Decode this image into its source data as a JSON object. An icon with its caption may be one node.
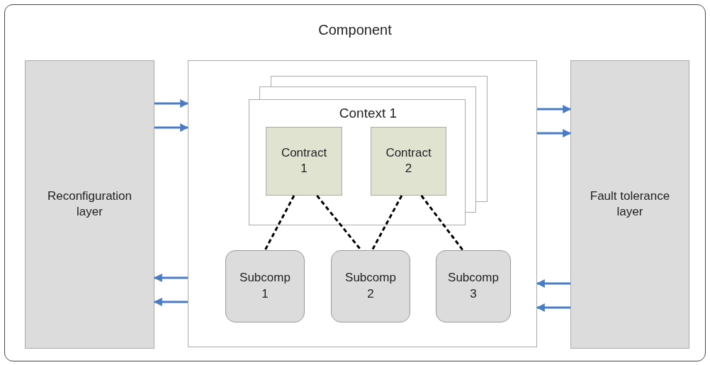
{
  "diagram": {
    "nodes": [
      {
        "text": [
          "Component"
        ]
      },
      {
        "text": [
          "Reconfiguration layer"
        ],
        "in": 0
      },
      {
        "text": [],
        "shape": "box",
        "in": 0
      },
      {
        "text": [
          "Context 1"
        ],
        "in": 2
      },
      {
        "text": [
          "Contract 1"
        ],
        "in": 3
      },
      {
        "text": [
          "Contract 2"
        ],
        "in": 3
      },
      {
        "text": [
          "Subcomp 1"
        ],
        "in": 2
      },
      {
        "text": [
          "Subcomp 2"
        ],
        "in": 2
      },
      {
        "text": [
          "Subcomp 3"
        ],
        "in": 2
      },
      {
        "text": [
          "Fault tolerance layer"
        ],
        "in": 0
      }
    ],
    "edges": [
      {
        "from": 1,
        "to": 2,
        "arrow": "to"
      },
      {
        "from": 1,
        "to": 2,
        "arrow": "to"
      },
      {
        "from": 2,
        "to": 9,
        "arrow": "to"
      },
      {
        "from": 2,
        "to": 9,
        "arrow": "to"
      },
      {
        "from": 2,
        "to": 1,
        "arrow": "to"
      },
      {
        "from": 2,
        "to": 1,
        "arrow": "to"
      },
      {
        "from": 9,
        "to": 2,
        "arrow": "to"
      },
      {
        "from": 9,
        "to": 2,
        "arrow": "to"
      },
      {
        "from": 4,
        "to": 6,
        "arrow": "none",
        "style": "dashed",
        "color": "#000000"
      },
      {
        "from": 4,
        "to": 7,
        "arrow": "none",
        "style": "dashed",
        "color": "#000000"
      },
      {
        "from": 5,
        "to": 7,
        "arrow": "none",
        "style": "dashed",
        "color": "#000000"
      },
      {
        "from": 5,
        "to": 8,
        "arrow": "none",
        "style": "dashed",
        "color": "#000000"
      }
    ]
  }
}
